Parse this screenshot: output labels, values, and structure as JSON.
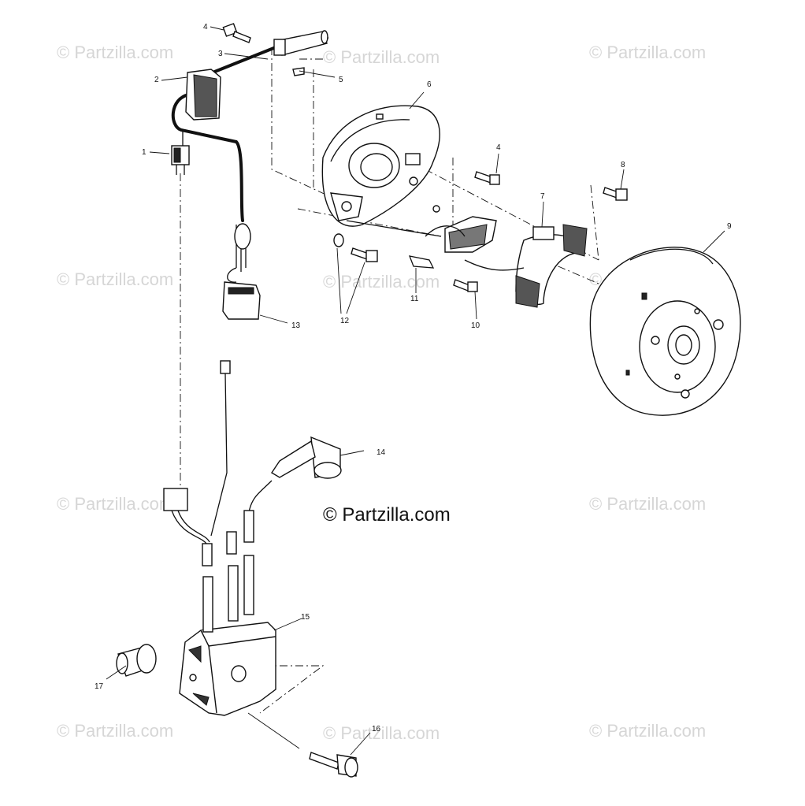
{
  "watermark": {
    "text": "© Partzilla.com"
  },
  "credit": {
    "text": "© Partzilla.com"
  },
  "callouts": {
    "c1": "1",
    "c2": "2",
    "c3": "3",
    "c4a": "4",
    "c4b": "4",
    "c5": "5",
    "c6": "6",
    "c7": "7",
    "c8": "8",
    "c9": "9",
    "c10": "10",
    "c11": "11",
    "c12": "12",
    "c13": "13",
    "c14": "14",
    "c15": "15",
    "c16": "16",
    "c17": "17"
  }
}
